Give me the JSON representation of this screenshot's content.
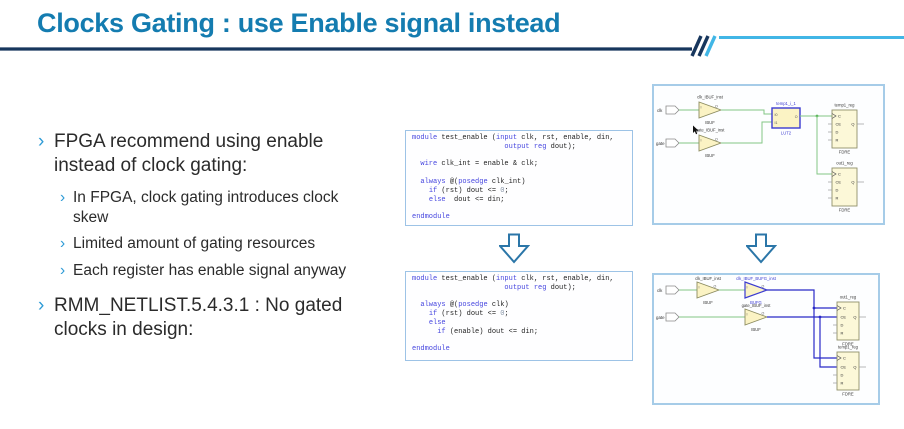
{
  "title": "Clocks Gating : use Enable signal instead",
  "bullets": {
    "marker": "›",
    "items": [
      {
        "level": 1,
        "text": "FPGA recommend using enable instead of clock gating:"
      },
      {
        "level": 2,
        "text": "In FPGA, clock gating introduces clock skew"
      },
      {
        "level": 2,
        "text": "Limited amount of gating resources"
      },
      {
        "level": 2,
        "text": "Each register has enable signal anyway"
      },
      {
        "level": 1,
        "text": "RMM_NETLIST.5.4.3.1 : No gated clocks in design:",
        "group2": true
      }
    ]
  },
  "code_blocks": [
    {
      "name": "gated-clock-verilog",
      "lines": [
        [
          [
            "k",
            "module"
          ],
          [
            "t",
            " test_enable ("
          ],
          [
            "k",
            "input"
          ],
          [
            "t",
            " clk, rst, enable, din,"
          ]
        ],
        [
          [
            "t",
            "                      "
          ],
          [
            "k",
            "output reg"
          ],
          [
            "t",
            " dout);"
          ]
        ],
        [],
        [
          [
            "t",
            "  "
          ],
          [
            "k",
            "wire"
          ],
          [
            "t",
            " clk_int = enable & clk;"
          ]
        ],
        [],
        [
          [
            "t",
            "  "
          ],
          [
            "k",
            "always"
          ],
          [
            "t",
            " @("
          ],
          [
            "k",
            "posedge"
          ],
          [
            "t",
            " clk_int)"
          ]
        ],
        [
          [
            "t",
            "    "
          ],
          [
            "k",
            "if"
          ],
          [
            "t",
            " (rst) dout <= "
          ],
          [
            "n",
            "0"
          ],
          [
            "t",
            ";"
          ]
        ],
        [
          [
            "t",
            "    "
          ],
          [
            "k",
            "else"
          ],
          [
            "t",
            "  dout <= din;"
          ]
        ],
        [],
        [
          [
            "k",
            "endmodule"
          ]
        ]
      ]
    },
    {
      "name": "clock-enable-verilog",
      "lines": [
        [
          [
            "k",
            "module"
          ],
          [
            "t",
            " test_enable ("
          ],
          [
            "k",
            "input"
          ],
          [
            "t",
            " clk, rst, enable, din,"
          ]
        ],
        [
          [
            "t",
            "                      "
          ],
          [
            "k",
            "output reg"
          ],
          [
            "t",
            " dout);"
          ]
        ],
        [],
        [
          [
            "t",
            "  "
          ],
          [
            "k",
            "always"
          ],
          [
            "t",
            " @("
          ],
          [
            "k",
            "posedge"
          ],
          [
            "t",
            " clk)"
          ]
        ],
        [
          [
            "t",
            "    "
          ],
          [
            "k",
            "if"
          ],
          [
            "t",
            " (rst) dout <= "
          ],
          [
            "n",
            "0"
          ],
          [
            "t",
            ";"
          ]
        ],
        [
          [
            "t",
            "    "
          ],
          [
            "k",
            "else"
          ]
        ],
        [
          [
            "t",
            "      "
          ],
          [
            "k",
            "if"
          ],
          [
            "t",
            " (enable) dout <= din;"
          ]
        ],
        [],
        [
          [
            "k",
            "endmodule"
          ]
        ]
      ]
    }
  ],
  "schematic_top": {
    "port_clk": "clk",
    "port_gate": "gate",
    "buf_clk_name": "clk_IBUF_inst",
    "buf_clk_type": "IBUF",
    "buf_gate_name": "gate_IBUF_inst",
    "buf_gate_type": "IBUF",
    "lut_name": "temp1_i_1",
    "lut_type": "LUT2",
    "reg_a_name": "temp1_reg",
    "reg_a_type": "FDRE",
    "reg_b_name": "out1_reg",
    "reg_b_type": "FDRE"
  },
  "schematic_bottom": {
    "port_clk": "clk",
    "port_gate": "gate",
    "buf_clk_name": "clk_IBUF_inst",
    "buf_clk_type": "IBUF",
    "bufg_name": "clk_IBUF_BUFG_inst",
    "bufg_type": "BUFG",
    "buf_gate_name": "gate_IBUF_inst",
    "buf_gate_type": "IBUF",
    "reg_a_name": "out1_reg",
    "reg_a_type": "FDRE",
    "reg_b_name": "temp1_reg",
    "reg_b_type": "FDRE"
  },
  "pins": {
    "i": "I",
    "o": "O",
    "i0": "I0",
    "i1": "I1",
    "c": "C",
    "ce": "CE",
    "d": "D",
    "r": "R",
    "q": "Q"
  },
  "colors": {
    "title_accent": "#147CB0",
    "rule_dark": "#17365D",
    "rule_light": "#41B6E6",
    "bullet_marker": "#2E9BD6",
    "body_text": "#2B2B2B",
    "code_keyword": "#4646DF",
    "code_number": "#8896A8",
    "code_border": "#9DC3E6",
    "panel_border": "#A6CCE8",
    "wire_green": "#84C784",
    "wire_highlight_blue": "#2A2AC8",
    "component_fill": "#FBF3C4",
    "highlight_outline": "#3B3BD1",
    "arrow_outline": "#2B76A8"
  }
}
